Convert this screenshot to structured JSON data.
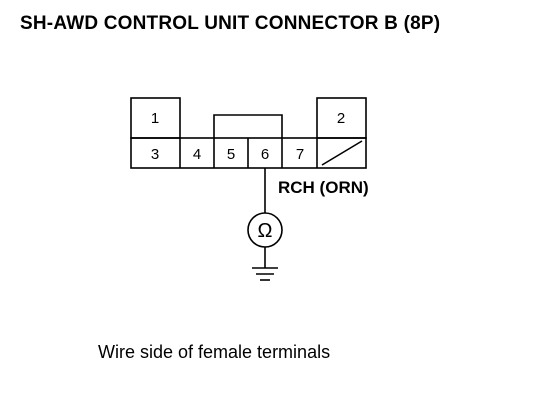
{
  "title": "SH-AWD CONTROL UNIT CONNECTOR B (8P)",
  "connector": {
    "terminals": [
      {
        "id": "t1",
        "label": "1"
      },
      {
        "id": "t2",
        "label": "2"
      },
      {
        "id": "t3",
        "label": "3"
      },
      {
        "id": "t4",
        "label": "4"
      },
      {
        "id": "t5",
        "label": "5"
      },
      {
        "id": "t6",
        "label": "6"
      },
      {
        "id": "t7",
        "label": "7"
      }
    ]
  },
  "wire_label": "RCH (ORN)",
  "meter_symbol": "Ω",
  "caption": "Wire side of female terminals",
  "colors": {
    "line": "#000000",
    "background": "#ffffff"
  }
}
